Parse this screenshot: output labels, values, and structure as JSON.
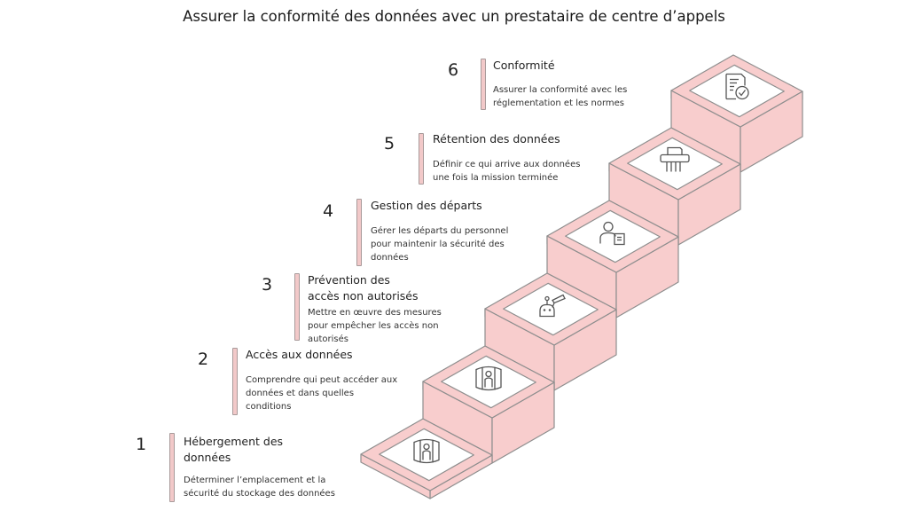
{
  "title": "Assurer la conformité des données avec un prestataire de centre d’appels",
  "colors": {
    "step_fill": "#f8cdcd",
    "outline": "#8e8e8e",
    "icon": "#555555"
  },
  "steps": [
    {
      "number": "1",
      "title": "Hébergement des données",
      "description": "Déterminer l’emplacement et la sécurité du stockage des données",
      "icon": "data-center-person-icon"
    },
    {
      "number": "2",
      "title": "Accès aux données",
      "description": "Comprendre qui peut accéder aux données et dans quelles conditions",
      "icon": "data-center-person-icon"
    },
    {
      "number": "3",
      "title": "Prévention des accès non autorisés",
      "description": "Mettre en œuvre des mesures pour empêcher les accès non autorisés",
      "icon": "security-camera-robot-icon"
    },
    {
      "number": "4",
      "title": "Gestion des départs",
      "description": "Gérer les départs du personnel pour maintenir la sécurité des données",
      "icon": "employee-document-icon"
    },
    {
      "number": "5",
      "title": "Rétention des données",
      "description": "Définir ce qui arrive aux données une fois la mission terminée",
      "icon": "shredder-icon"
    },
    {
      "number": "6",
      "title": "Conformité",
      "description": "Assurer la conformité avec les réglementation et les normes",
      "icon": "compliance-document-icon"
    }
  ]
}
